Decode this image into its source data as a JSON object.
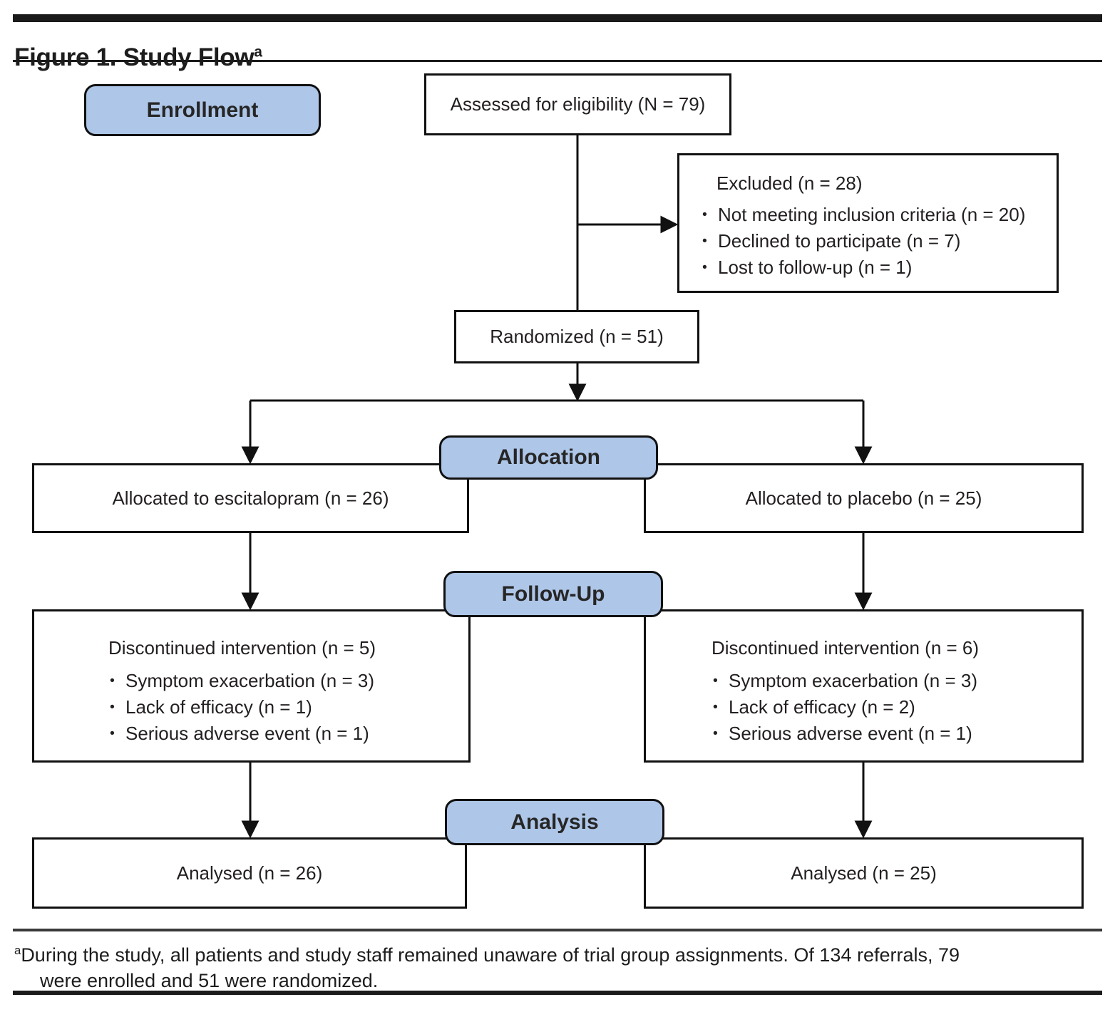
{
  "header": {
    "title": "Figure 1. Study Flow",
    "title_superscript": "a"
  },
  "stages": {
    "enrollment": "Enrollment",
    "allocation": "Allocation",
    "follow_up": "Follow-Up",
    "analysis": "Analysis"
  },
  "boxes": {
    "assessed": "Assessed for eligibility (N = 79)",
    "excluded": {
      "heading": "Excluded (n = 28)",
      "items": [
        "Not meeting inclusion criteria (n = 20)",
        "Declined to participate (n = 7)",
        "Lost to follow-up (n = 1)"
      ]
    },
    "randomized": "Randomized (n = 51)",
    "allocated_escitalopram": "Allocated to escitalopram (n = 26)",
    "allocated_placebo": "Allocated to placebo (n = 25)",
    "discontinued_escitalopram": {
      "heading": "Discontinued intervention (n = 5)",
      "items": [
        "Symptom exacerbation (n = 3)",
        "Lack of efficacy (n = 1)",
        "Serious adverse event (n = 1)"
      ]
    },
    "discontinued_placebo": {
      "heading": "Discontinued intervention (n = 6)",
      "items": [
        "Symptom exacerbation (n = 3)",
        "Lack of efficacy (n = 2)",
        "Serious adverse event (n = 1)"
      ]
    },
    "analysed_escitalopram": "Analysed (n = 26)",
    "analysed_placebo": "Analysed (n = 25)"
  },
  "footnote": {
    "marker": "a",
    "line1": "During the study, all patients and study staff remained unaware of trial group assignments. Of 134 referrals, 79",
    "line2": "were enrolled and 51 were randomized."
  },
  "colors": {
    "stage_fill": "#aec6e8",
    "line": "#111111"
  }
}
